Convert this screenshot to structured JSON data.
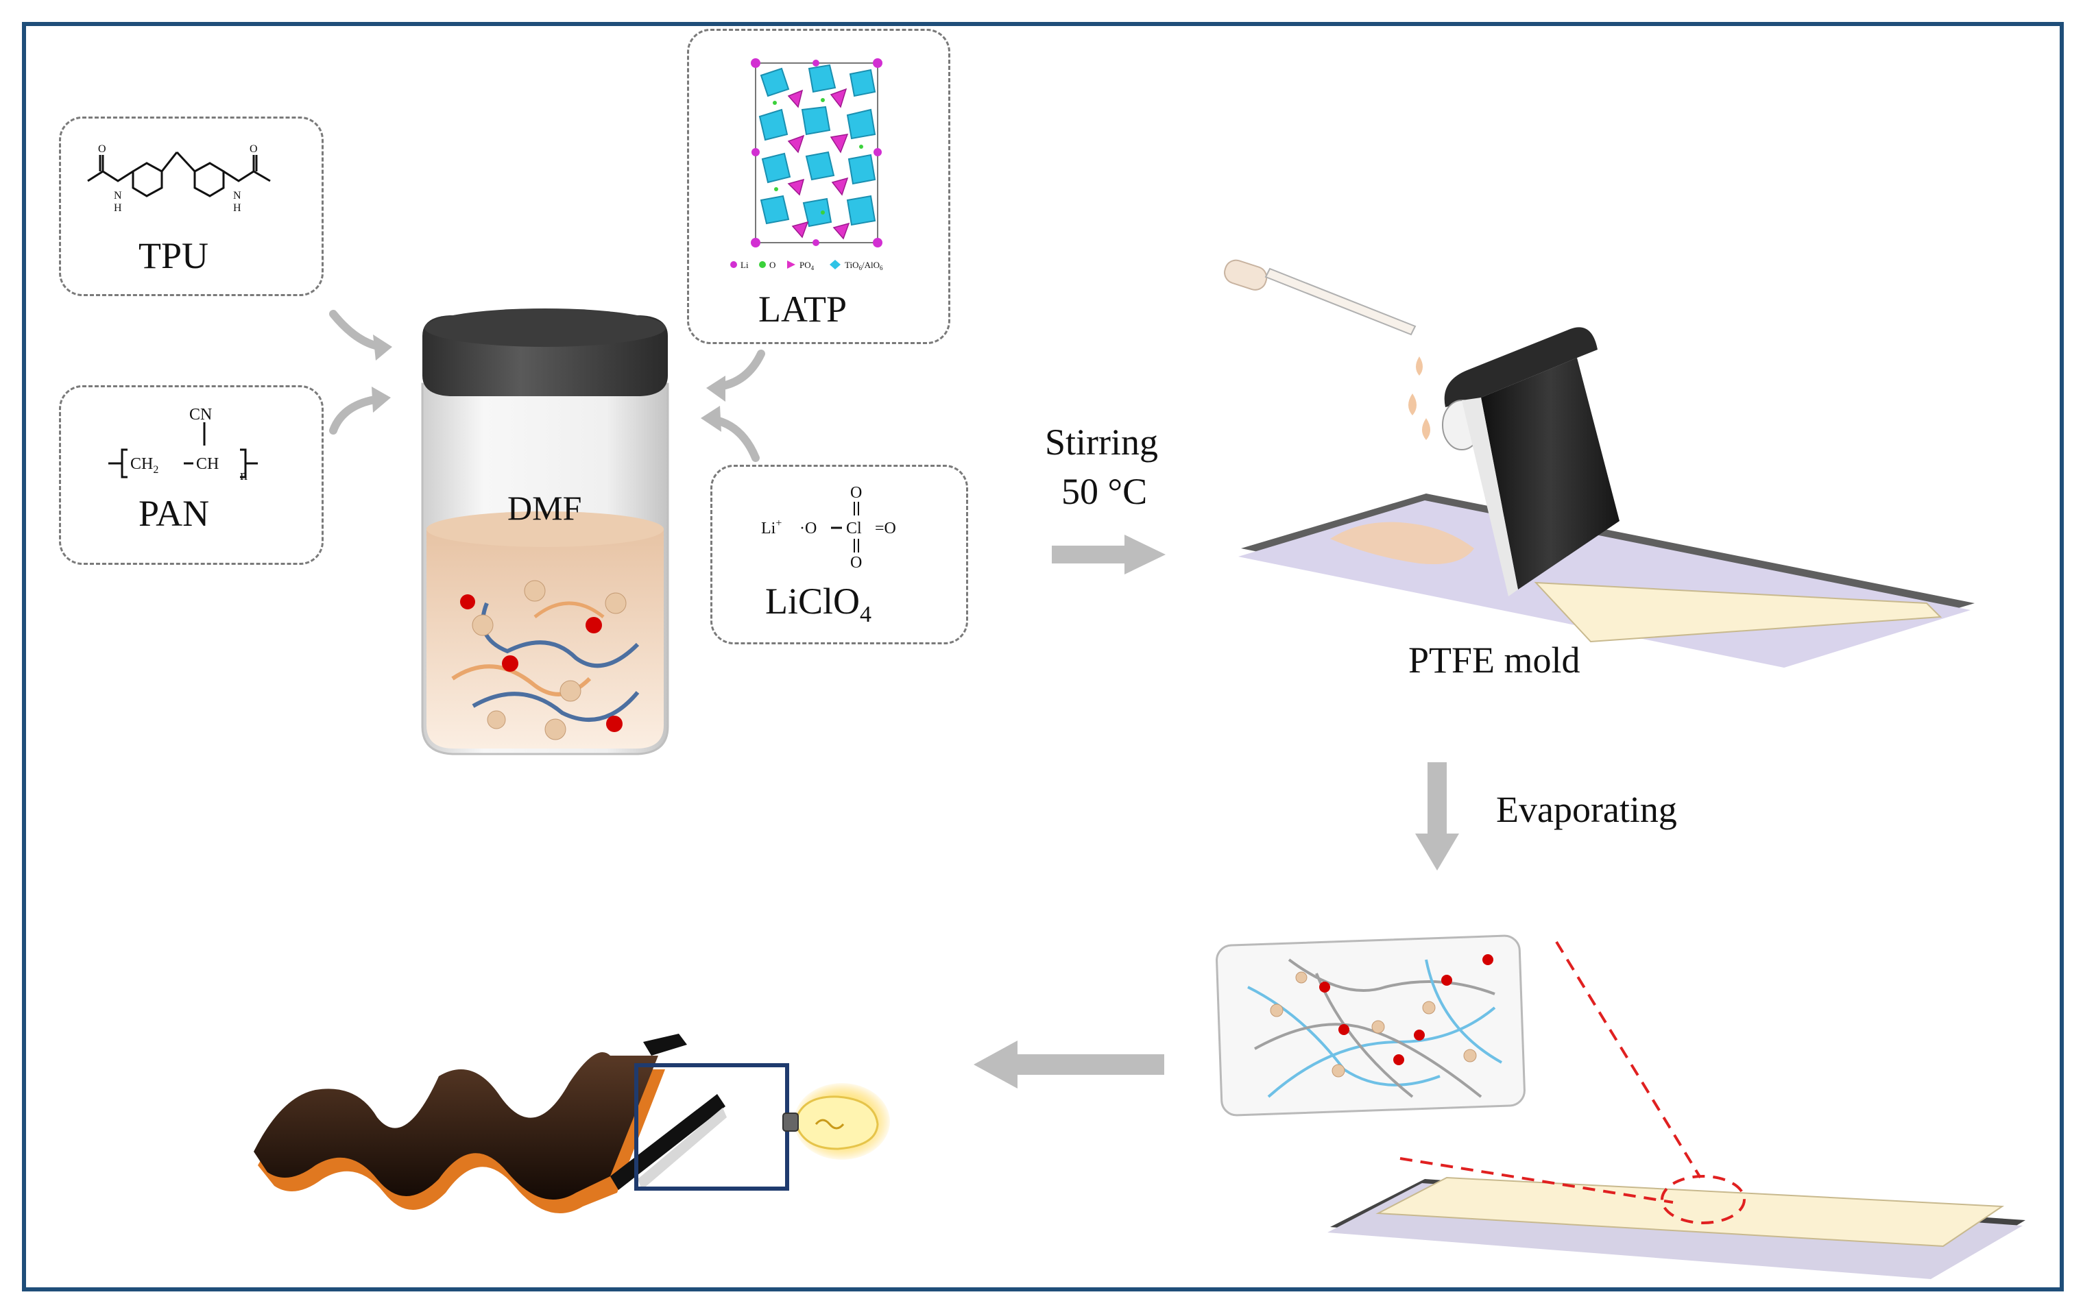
{
  "labels": {
    "tpu": "TPU",
    "pan": "PAN",
    "latp": "LATP",
    "dmf": "DMF",
    "lithium_salt": "LiClO",
    "lithium_salt_sub": "4",
    "stirring": "Stirring",
    "temperature": "50 °C",
    "mold": "PTFE mold",
    "evaporating": "Evaporating"
  },
  "pan_formula": {
    "pendant": "CN",
    "ch2": "CH",
    "ch2_sub": "2",
    "ch": "CH",
    "repeat": "n"
  },
  "licio4_formula": {
    "li_ion": "Li",
    "li_charge": "+",
    "o_anion": "·O",
    "cl": "Cl",
    "o_top": "O",
    "o_bottom": "O",
    "o_right": "=O"
  },
  "latp_legend": {
    "li": "Li",
    "o": "O",
    "po4": "PO",
    "po4_sub": "4",
    "tio6": "TiO",
    "tio6_sub": "6",
    "alo6": "/AlO",
    "alo6_sub": "6"
  },
  "colors": {
    "frame": "#1f4e79",
    "arrow": "#b8b8b8",
    "dashed_box": "#7a7a7a",
    "red_particle": "#d40000",
    "ceramic_particle": "#e8c7a5",
    "polymer_blue": "#4c6fa0",
    "polymer_orange": "#e9a66c",
    "cut_line": "#e02020",
    "membrane": "#fbf1d2",
    "solution": "#f3d8bf",
    "lid": "#4a4a4a",
    "circuit_wire": "#1f3b6e"
  },
  "icons": [
    "pipette-icon",
    "scraper-blade-icon",
    "light-bulb-icon",
    "flexible-battery-icon",
    "jar-icon"
  ]
}
